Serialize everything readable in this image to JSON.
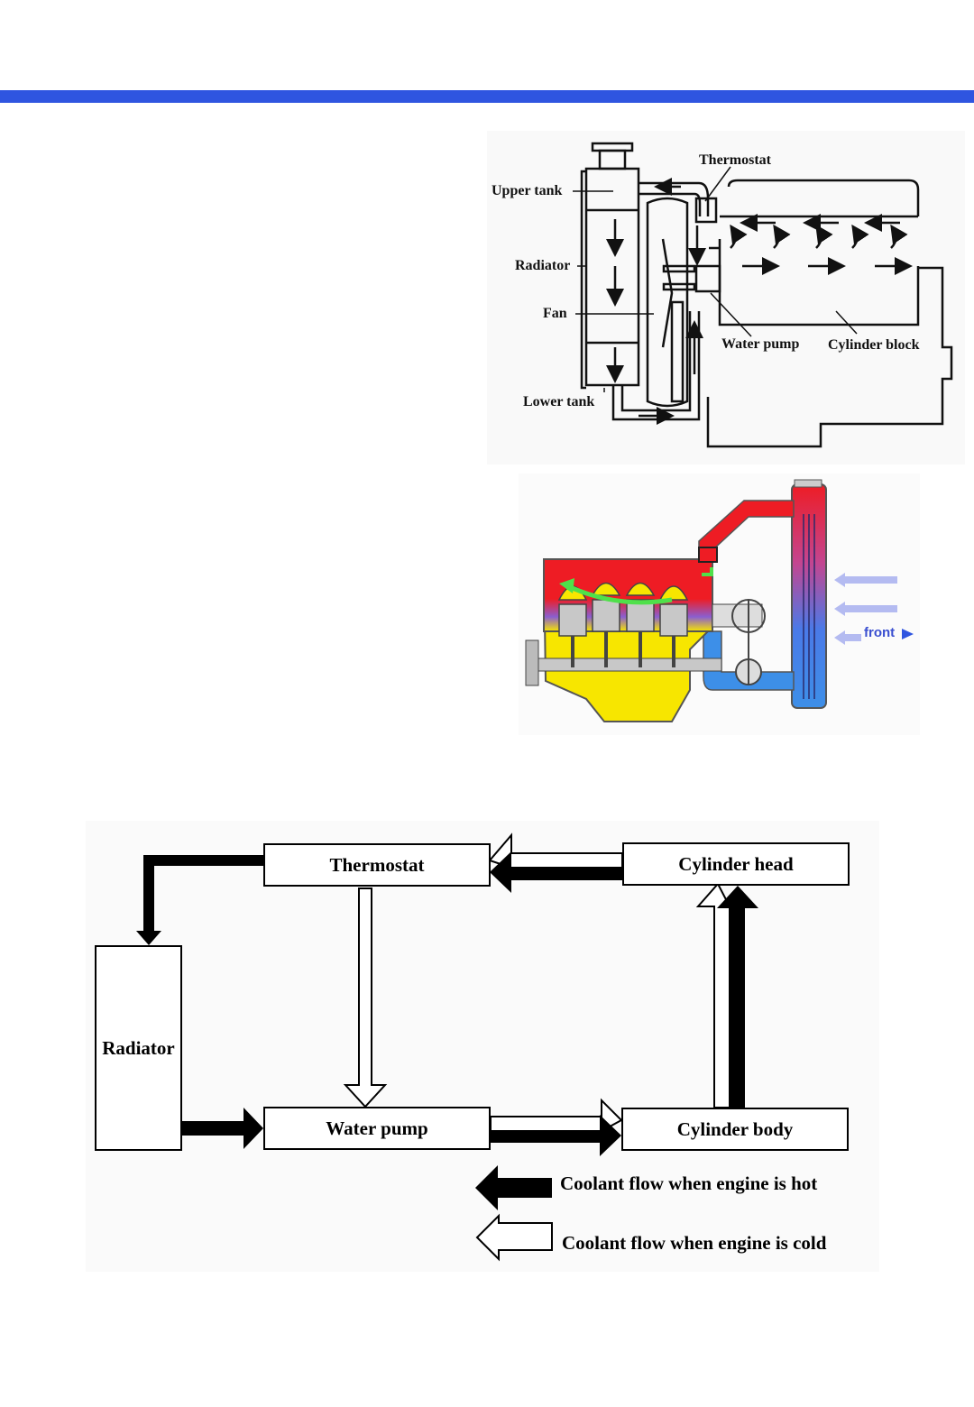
{
  "header": {
    "bar_color": "#2f55e0"
  },
  "diagram1": {
    "labels": {
      "thermostat": "Thermostat",
      "upper_tank": "Upper tank",
      "radiator": "Radiator",
      "fan": "Fan",
      "water_pump": "Water pump",
      "cylinder_block": "Cylinder block",
      "lower_tank": "Lower tank"
    }
  },
  "diagram2": {
    "front_label": "front",
    "colors": {
      "hot": "#ee1c24",
      "cold": "#3d8fe8",
      "oil": "#f7e600",
      "flow": "#4fe04a"
    }
  },
  "flowchart": {
    "nodes": {
      "thermostat": "Thermostat",
      "cylinder_head": "Cylinder head",
      "radiator": "Radiator",
      "water_pump": "Water pump",
      "cylinder_body": "Cylinder body"
    },
    "legend": {
      "hot": "Coolant flow when engine is hot",
      "cold": "Coolant flow when engine is cold"
    }
  }
}
